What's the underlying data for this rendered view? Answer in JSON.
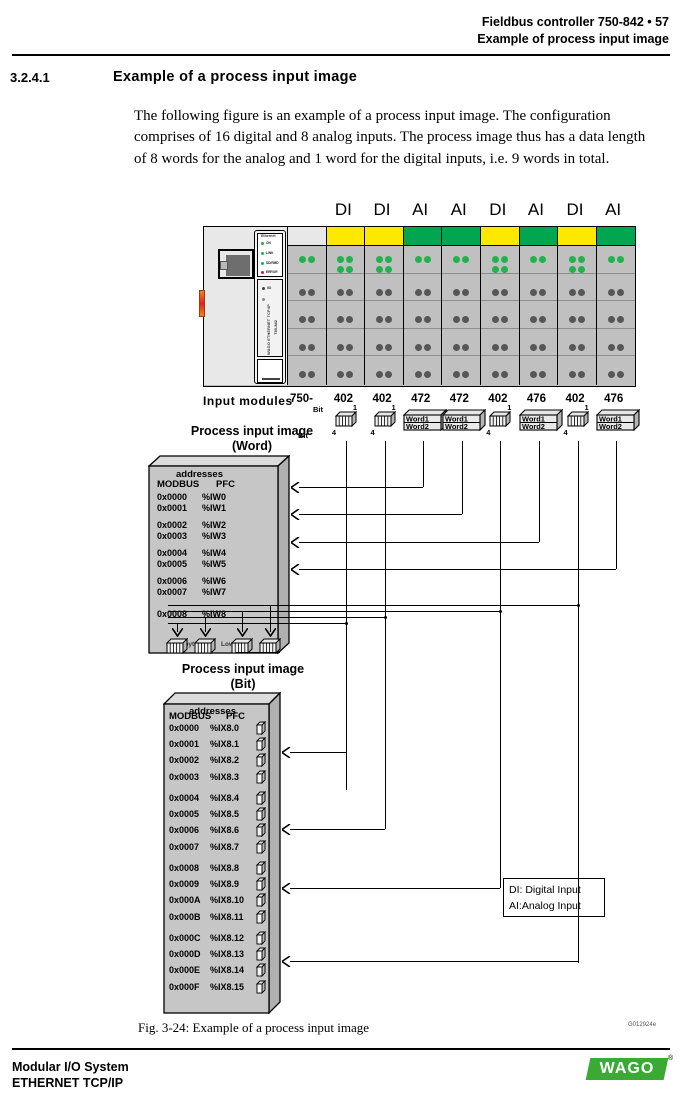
{
  "header": {
    "line1": "Fieldbus controller 750-842  •  57",
    "line2": "Example of process input image"
  },
  "section": {
    "number": "3.2.4.1",
    "title": "Example of a process input image"
  },
  "intro": {
    "text": "The following figure is an example of a process input image. The configuration comprises of 16 digital and 8 analog inputs. The process image thus has a data length of 8 words for the analog and 1 word for the digital inputs, i.e. 9 words in total."
  },
  "diagram": {
    "input_modules_label": "Input  modules",
    "coupler_prefix": "750-",
    "modules": [
      {
        "type": "DI",
        "number": "402",
        "color": "#ffe800",
        "token": "bit",
        "token_top": "1",
        "token_bottom": "4"
      },
      {
        "type": "DI",
        "number": "402",
        "color": "#ffe800",
        "token": "bit",
        "token_top": "1",
        "token_bottom": "4"
      },
      {
        "type": "AI",
        "number": "472",
        "color": "#00a650",
        "token": "word",
        "token_top": "Word1",
        "token_bottom": "Word2"
      },
      {
        "type": "AI",
        "number": "472",
        "color": "#00a650",
        "token": "word",
        "token_top": "Word1",
        "token_bottom": "Word2"
      },
      {
        "type": "DI",
        "number": "402",
        "color": "#ffe800",
        "token": "bit",
        "token_top": "1",
        "token_bottom": "4"
      },
      {
        "type": "AI",
        "number": "476",
        "color": "#00a650",
        "token": "word",
        "token_top": "Word1",
        "token_bottom": "Word2"
      },
      {
        "type": "DI",
        "number": "402",
        "color": "#ffe800",
        "token": "bit",
        "token_top": "1",
        "token_bottom": "4"
      },
      {
        "type": "AI",
        "number": "476",
        "color": "#00a650",
        "token": "word",
        "token_top": "Word1",
        "token_bottom": "Word2"
      }
    ],
    "bit_label_left": "Bit",
    "bit_label_left2": "Bit",
    "coupler": {
      "caption": "Ethernet",
      "leds": [
        "ON",
        "LINK",
        "SD/RMD",
        "ERROR"
      ],
      "io_led": "I/O",
      "vertical_text": "WAGO ETHERNET TCP/IP",
      "part_number": "750-842"
    }
  },
  "word_image": {
    "title_line1": "Process input image",
    "title_line2": "(Word)",
    "addresses_label": "addresses",
    "col_modbus": "MODBUS",
    "col_pfc": "PFC",
    "rows": [
      {
        "modbus": "0x0000",
        "pfc": "%IW0"
      },
      {
        "modbus": "0x0001",
        "pfc": "%IW1"
      },
      {
        "modbus": "0x0002",
        "pfc": "%IW2"
      },
      {
        "modbus": "0x0003",
        "pfc": "%IW3"
      },
      {
        "modbus": "0x0004",
        "pfc": "%IW4"
      },
      {
        "modbus": "0x0005",
        "pfc": "%IW5"
      },
      {
        "modbus": "0x0006",
        "pfc": "%IW6"
      },
      {
        "modbus": "0x0007",
        "pfc": "%IW7"
      },
      {
        "modbus": "0x0008",
        "pfc": "%IW8"
      }
    ],
    "word_tokens": [
      {
        "top": "Word1",
        "bottom": "Word2"
      },
      {
        "top": "Word1",
        "bottom": "Word2"
      },
      {
        "top": "Word1",
        "bottom": "Word2"
      },
      {
        "top": "Word1",
        "bottom": "Word2"
      }
    ],
    "highbyte_label": "Highbyte",
    "lowbyte_label": "Lowbyte"
  },
  "bit_image": {
    "title_line1": "Process input image",
    "title_line2": "(Bit)",
    "addresses_label": "addresses",
    "col_modbus": "MODBUS",
    "col_pfc": "PFC",
    "rows": [
      {
        "modbus": "0x0000",
        "pfc": "%IX8.0"
      },
      {
        "modbus": "0x0001",
        "pfc": "%IX8.1"
      },
      {
        "modbus": "0x0002",
        "pfc": "%IX8.2"
      },
      {
        "modbus": "0x0003",
        "pfc": "%IX8.3"
      },
      {
        "modbus": "0x0004",
        "pfc": "%IX8.4"
      },
      {
        "modbus": "0x0005",
        "pfc": "%IX8.5"
      },
      {
        "modbus": "0x0006",
        "pfc": "%IX8.6"
      },
      {
        "modbus": "0x0007",
        "pfc": "%IX8.7"
      },
      {
        "modbus": "0x0008",
        "pfc": "%IX8.8"
      },
      {
        "modbus": "0x0009",
        "pfc": "%IX8.9"
      },
      {
        "modbus": "0x000A",
        "pfc": "%IX8.10"
      },
      {
        "modbus": "0x000B",
        "pfc": "%IX8.11"
      },
      {
        "modbus": "0x000C",
        "pfc": "%IX8.12"
      },
      {
        "modbus": "0x000D",
        "pfc": "%IX8.13"
      },
      {
        "modbus": "0x000E",
        "pfc": "%IX8.14"
      },
      {
        "modbus": "0x000F",
        "pfc": "%IX8.15"
      }
    ]
  },
  "legend": {
    "line1": "DI: Digital Input",
    "line2": "AI:Analog Input"
  },
  "caption": {
    "text": "Fig. 3-24: Example of a process input image",
    "code": "G012924e"
  },
  "footer": {
    "line1": "Modular I/O System",
    "line2": "ETHERNET TCP/IP",
    "logo": "WAGO",
    "logo_mark": "®"
  },
  "colors": {
    "digital": "#ffe800",
    "analog": "#00a650",
    "led_green": "#22b14c",
    "led_red": "#d0202a",
    "brand": "#3aaa35"
  }
}
